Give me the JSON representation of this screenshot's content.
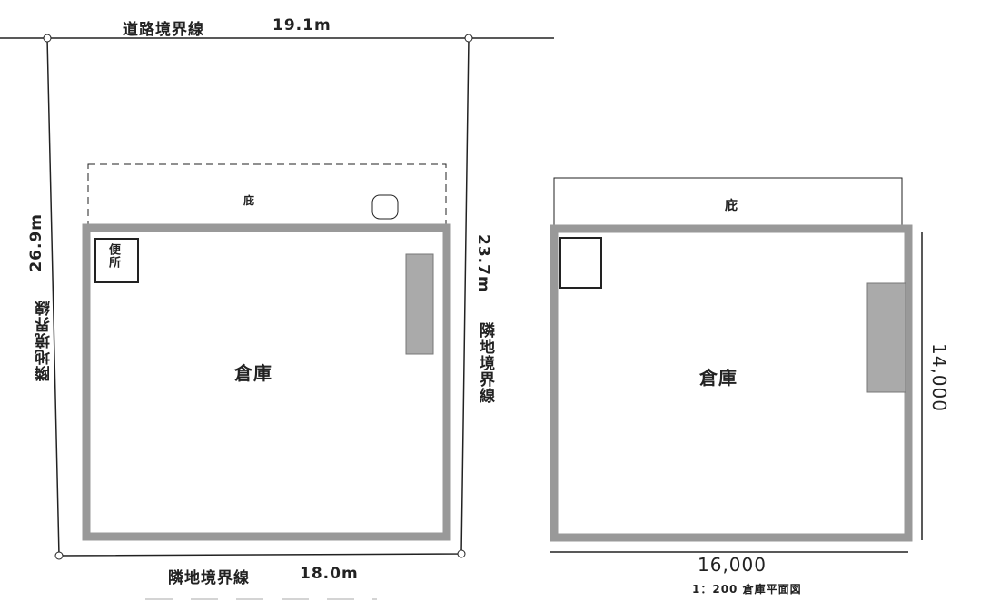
{
  "left_plan": {
    "top_boundary_label": "道路境界線",
    "top_length": "19.1m",
    "bottom_boundary_label": "隣地境界線",
    "bottom_length": "18.0m",
    "left_length": "26.9m",
    "left_boundary_label": "隣地境界線",
    "right_length": "23.7m",
    "right_boundary_label": "隣地境界線",
    "room_label": "倉庫",
    "canopy_label": "庇",
    "small_room_label": "便所"
  },
  "right_plan": {
    "room_label": "倉庫",
    "canopy_label": "庇",
    "width_dim": "16,000",
    "depth_dim": "14,000",
    "caption": "1：200 倉庫平面図"
  }
}
